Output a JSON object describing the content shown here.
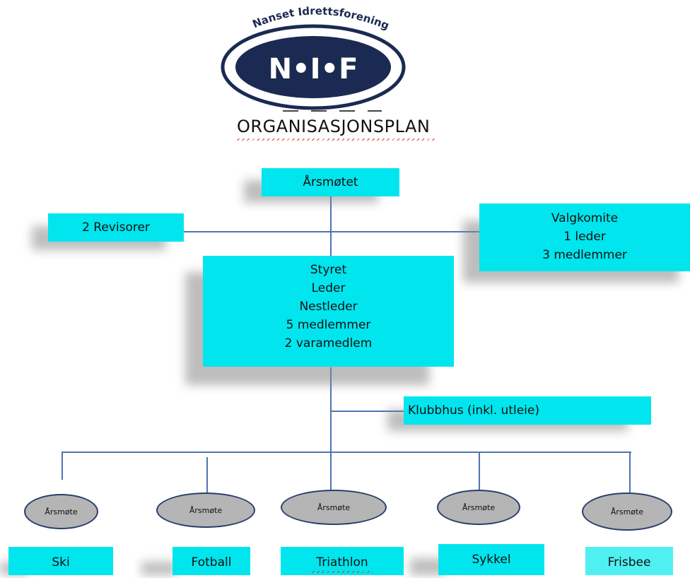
{
  "logo": {
    "org_name": "Nanset Idrettsforening",
    "mark": "N•I•F"
  },
  "subtitle": "ORGANISASJONSPLAN",
  "top": {
    "label": "Årsmøtet"
  },
  "revisorer": {
    "label": "2 Revisorer"
  },
  "valgkomite": {
    "lines": [
      "Valgkomite",
      "1 leder",
      "3 medlemmer"
    ]
  },
  "styret": {
    "lines": [
      "Styret",
      "Leder",
      "Nestleder",
      "5 medlemmer",
      "2 varamedlem"
    ]
  },
  "klubbhus": {
    "label": "Klubbhus (inkl. utleie)"
  },
  "groups": [
    {
      "meeting": "Årsmøte",
      "name": "Ski"
    },
    {
      "meeting": "Årsmøte",
      "name": "Fotball"
    },
    {
      "meeting": "Årsmøte",
      "name": "Triathlon"
    },
    {
      "meeting": "Årsmøte",
      "name": "Sykkel"
    },
    {
      "meeting": "Årsmøte",
      "name": "Frisbee"
    }
  ],
  "colors": {
    "box": "#00e5ee",
    "box_light": "#4ff0f2",
    "line": "#4f74b3",
    "logo_navy": "#1b2a52",
    "ellipse": "#b5b5b5"
  }
}
